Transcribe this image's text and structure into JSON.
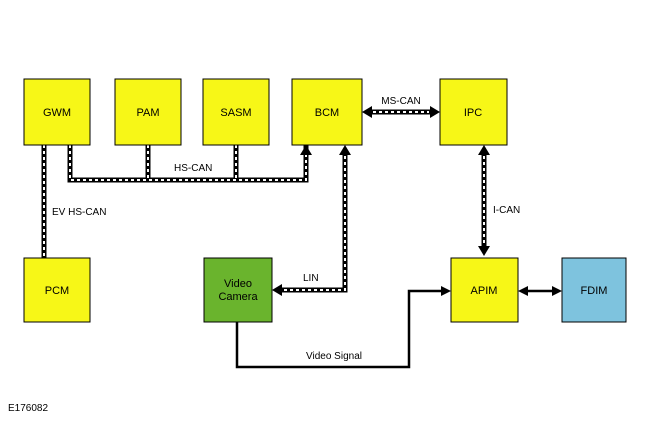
{
  "modules": {
    "gwm": "GWM",
    "pam": "PAM",
    "sasm": "SASM",
    "bcm": "BCM",
    "ipc": "IPC",
    "pcm": "PCM",
    "video_camera": [
      "Video",
      "Camera"
    ],
    "apim": "APIM",
    "fdim": "FDIM"
  },
  "buses": {
    "ms_can": "MS-CAN",
    "hs_can": "HS-CAN",
    "ev_hs_can": "EV HS-CAN",
    "i_can": "I-CAN",
    "lin": "LIN",
    "video_signal": "Video Signal"
  },
  "figure_id": "E176082",
  "colors": {
    "module_yellow": "#f7f717",
    "camera_green": "#6ab42d",
    "fdim_blue": "#7ec3de",
    "outline": "#000000",
    "bus_dash": "#ffffff"
  }
}
